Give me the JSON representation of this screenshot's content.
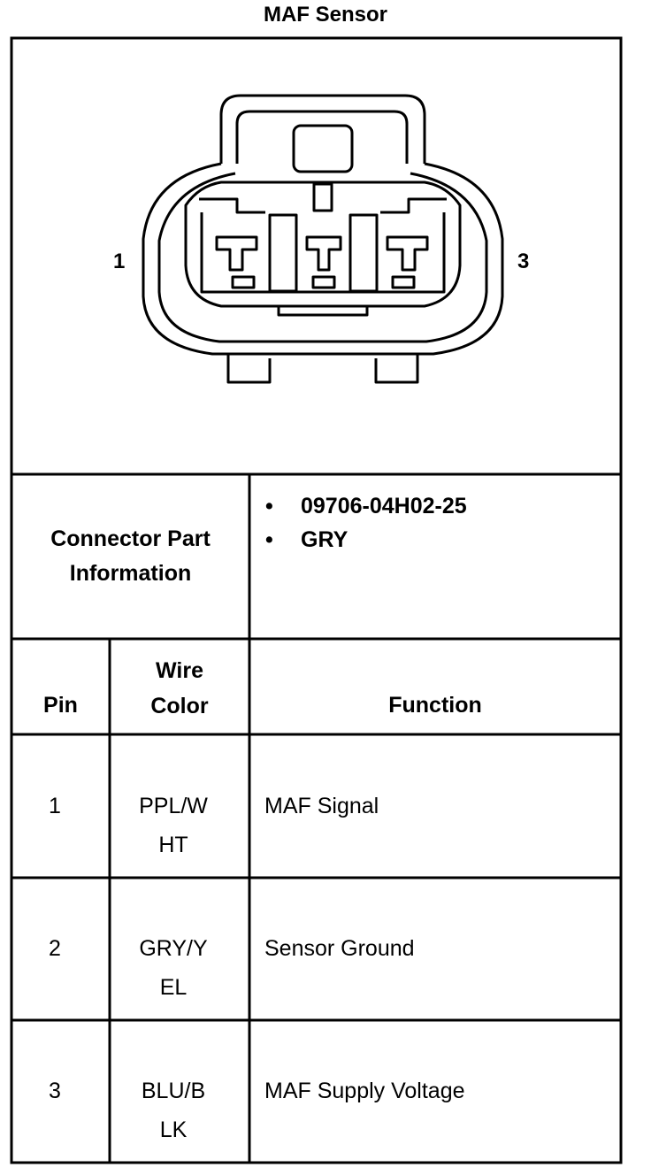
{
  "title": "MAF Sensor",
  "connector_view": {
    "pin_left_label": "1",
    "pin_right_label": "3"
  },
  "part_info": {
    "label_line1": "Connector Part",
    "label_line2": "Information",
    "items": [
      {
        "bullet": "•",
        "text": "09706-04H02-25"
      },
      {
        "bullet": "•",
        "text": "GRY"
      }
    ]
  },
  "table": {
    "headers": {
      "pin": "Pin",
      "wire_color_line1": "Wire",
      "wire_color_line2": "Color",
      "function": "Function"
    },
    "rows": [
      {
        "pin": "1",
        "wire_line1": "PPL/W",
        "wire_line2": "HT",
        "function": "MAF Signal"
      },
      {
        "pin": "2",
        "wire_line1": "GRY/Y",
        "wire_line2": "EL",
        "function": "Sensor Ground"
      },
      {
        "pin": "3",
        "wire_line1": "BLU/B",
        "wire_line2": "LK",
        "function": "MAF Supply Voltage"
      }
    ]
  }
}
